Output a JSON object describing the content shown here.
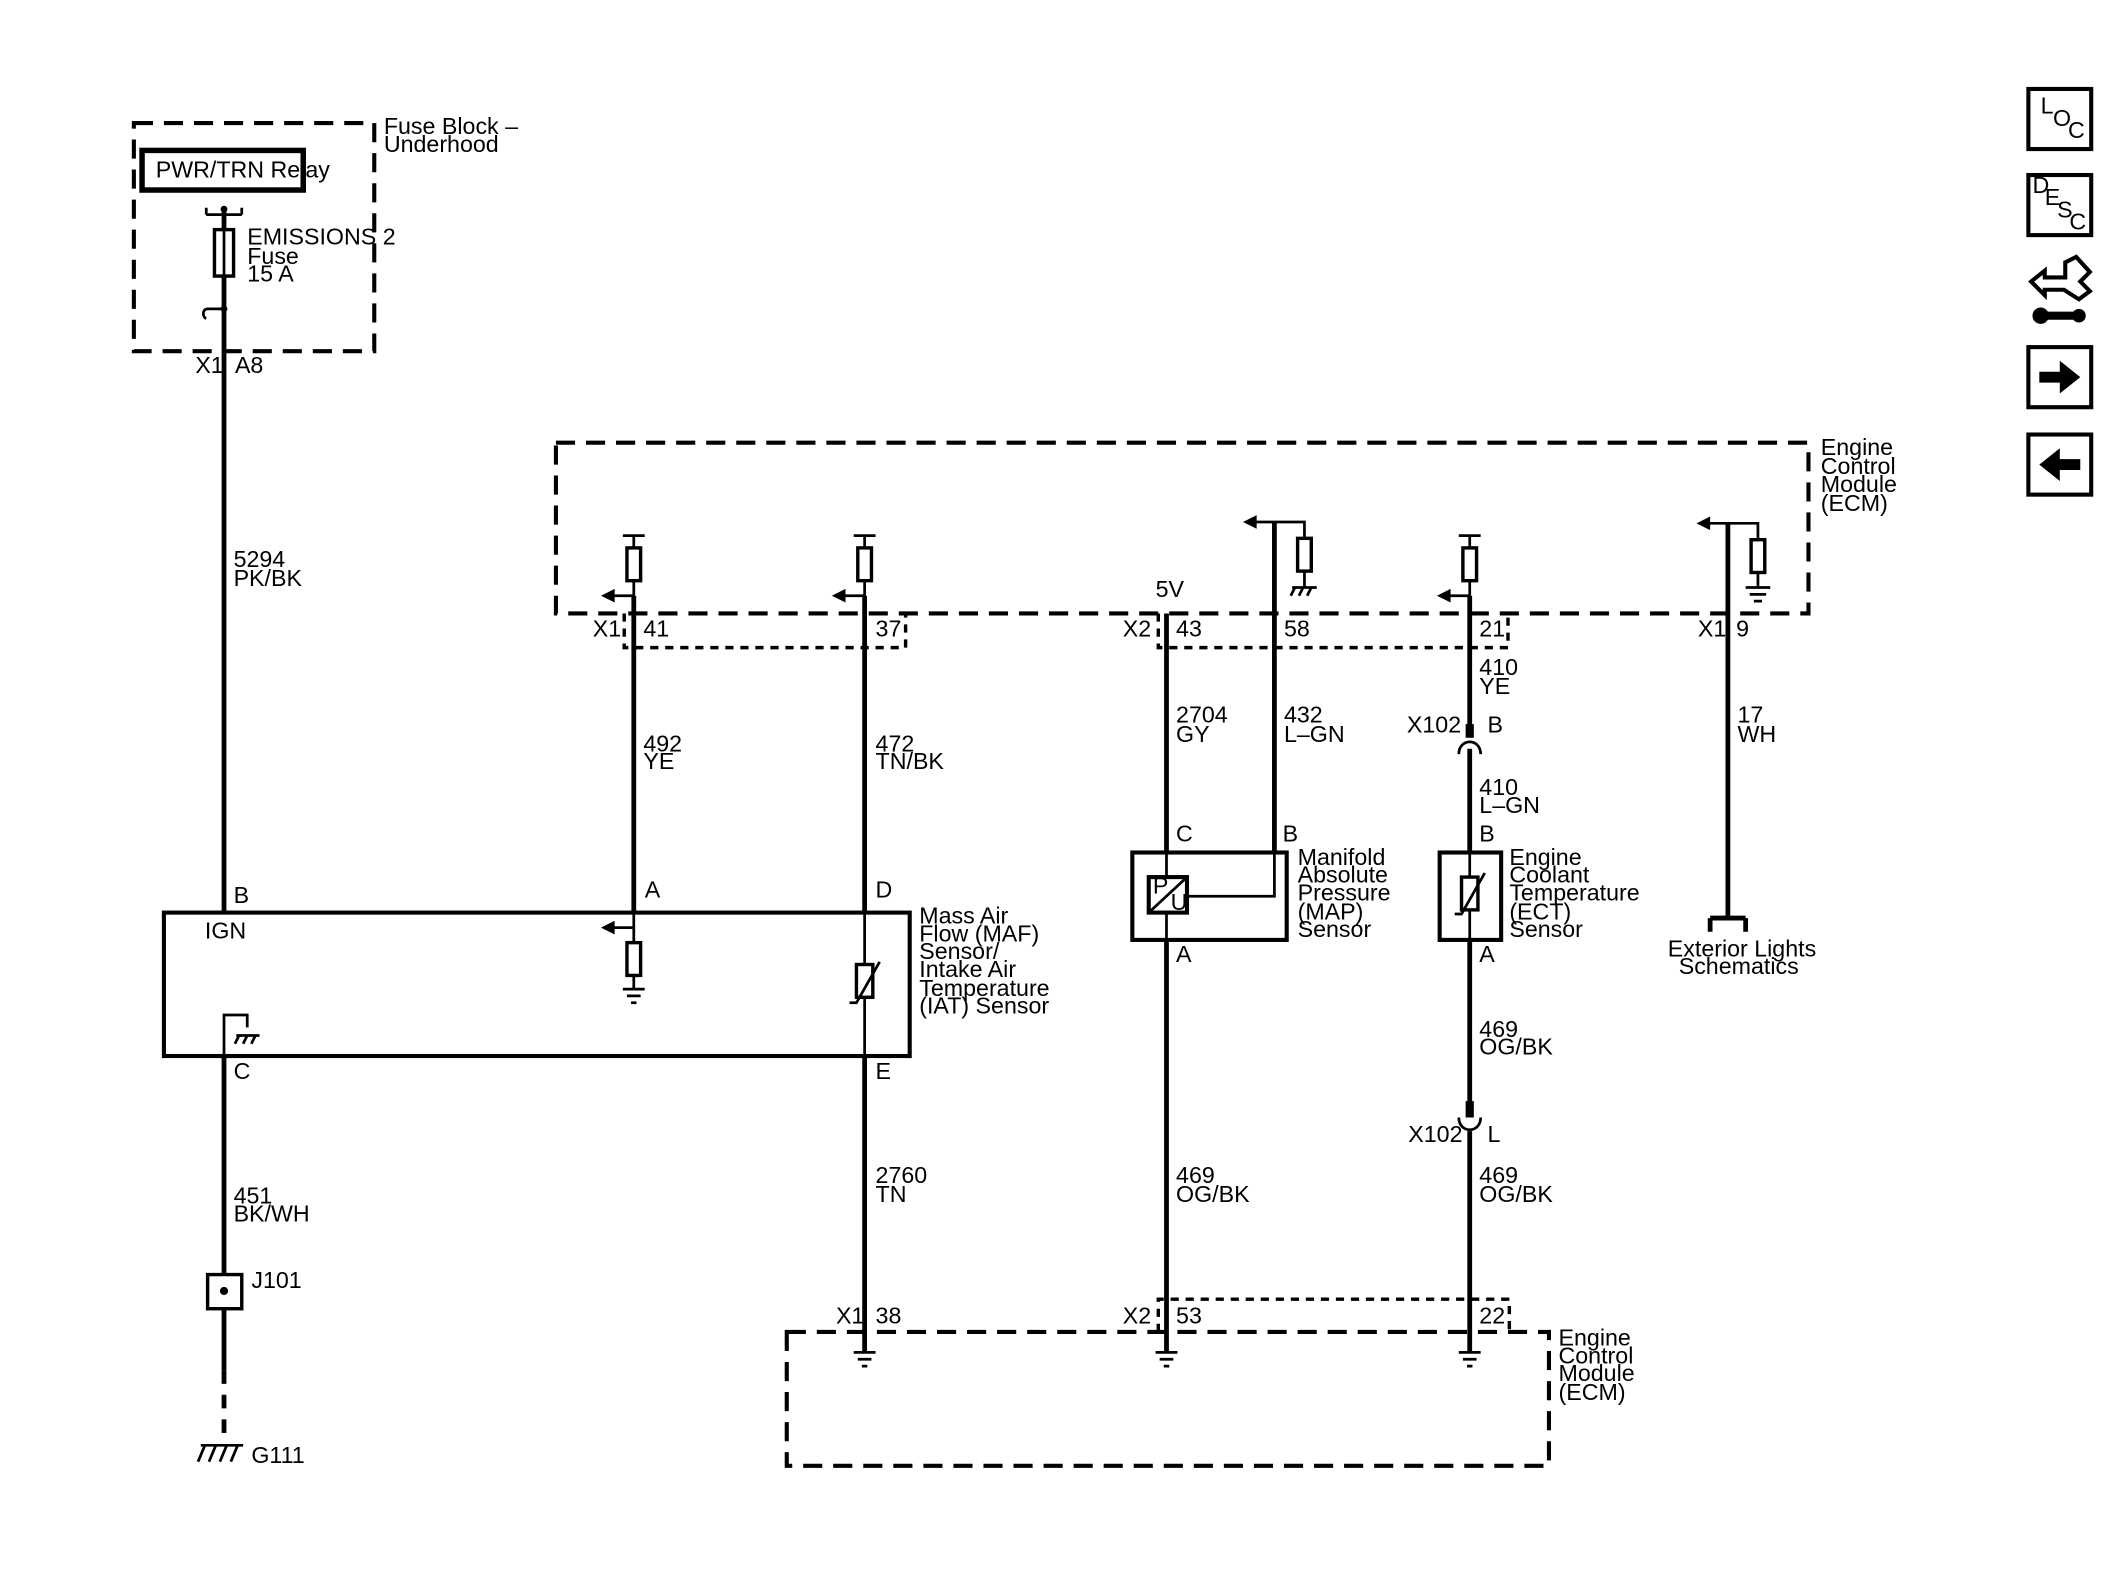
{
  "fuse_block": {
    "title_line1": "Fuse Block –",
    "title_line2": "Underhood",
    "relay_label": "PWR/TRN Relay",
    "fuse_line1": "EMISSIONS 2",
    "fuse_line2": "Fuse",
    "fuse_line3": "15 A",
    "connector": "X1",
    "pin": "A8"
  },
  "ecm_top": {
    "name_lines": [
      "Engine",
      "Control",
      "Module",
      "(ECM)"
    ],
    "supply_label": "5V",
    "connectors": {
      "x1_left": "X1",
      "x2": "X2",
      "x1_right": "X1"
    },
    "pins": {
      "p41": "41",
      "p37": "37",
      "p43": "43",
      "p58": "58",
      "p21": "21",
      "p9": "9"
    }
  },
  "ecm_bottom": {
    "name_lines": [
      "Engine",
      "Control",
      "Module",
      "(ECM)"
    ],
    "connectors": {
      "x1": "X1",
      "x2": "X2"
    },
    "pins": {
      "p38": "38",
      "p53": "53",
      "p22": "22"
    }
  },
  "wires": {
    "w5294": {
      "circuit": "5294",
      "color": "PK/BK"
    },
    "w492": {
      "circuit": "492",
      "color": "YE"
    },
    "w472": {
      "circuit": "472",
      "color": "TN/BK"
    },
    "w2704": {
      "circuit": "2704",
      "color": "GY"
    },
    "w432": {
      "circuit": "432",
      "color": "L–GN"
    },
    "w410a": {
      "circuit": "410",
      "color": "YE"
    },
    "w410b": {
      "circuit": "410",
      "color": "L–GN"
    },
    "w17": {
      "circuit": "17",
      "color": "WH"
    },
    "w451": {
      "circuit": "451",
      "color": "BK/WH"
    },
    "w2760": {
      "circuit": "2760",
      "color": "TN"
    },
    "w469a": {
      "circuit": "469",
      "color": "OG/BK"
    },
    "w469b": {
      "circuit": "469",
      "color": "OG/BK"
    },
    "w469c": {
      "circuit": "469",
      "color": "OG/BK"
    }
  },
  "maf_sensor": {
    "name_lines": [
      "Mass Air",
      "Flow (MAF)",
      "Sensor/",
      "Intake Air",
      "Temperature",
      "(IAT) Sensor"
    ],
    "ign_label": "IGN",
    "pins": {
      "b": "B",
      "a": "A",
      "d": "D",
      "c": "C",
      "e": "E"
    }
  },
  "map_sensor": {
    "name_lines": [
      "Manifold",
      "Absolute",
      "Pressure",
      "(MAP)",
      "Sensor"
    ],
    "symbol_p": "P",
    "symbol_u": "U",
    "pins": {
      "c": "C",
      "b": "B",
      "a": "A"
    }
  },
  "ect_sensor": {
    "name_lines": [
      "Engine",
      "Coolant",
      "Temperature",
      "(ECT)",
      "Sensor"
    ],
    "pins": {
      "b": "B",
      "a": "A"
    }
  },
  "x102": {
    "top_conn": "X102",
    "top_pin": "B",
    "bottom_conn": "X102",
    "bottom_pin": "L"
  },
  "splice": {
    "label": "J101"
  },
  "ground": {
    "label": "G111"
  },
  "exterior_lights": {
    "line1": "Exterior Lights",
    "line2": "Schematics"
  },
  "side_nav": {
    "loc": {
      "l": "L",
      "o": "O",
      "c": "C"
    },
    "desc": {
      "d": "D",
      "e": "E",
      "s": "S",
      "c": "C"
    }
  }
}
